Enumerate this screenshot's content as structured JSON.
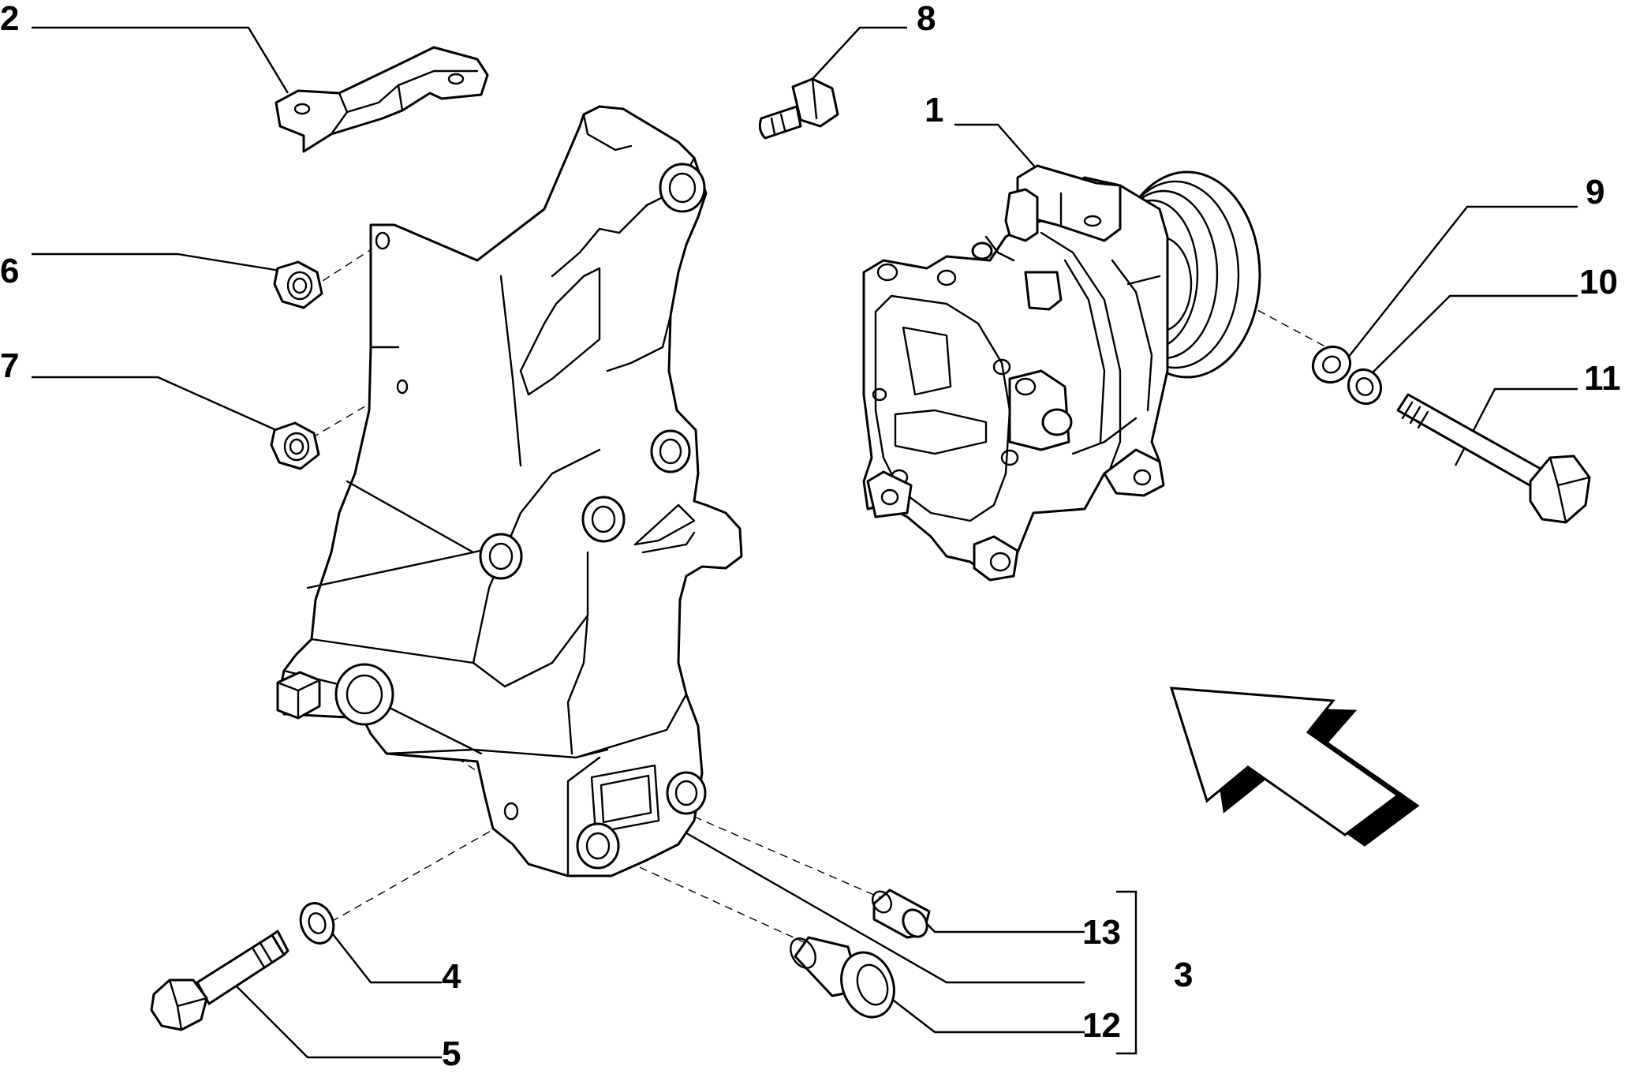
{
  "callouts": {
    "c1": "1",
    "c2": "2",
    "c3": "3",
    "c4": "4",
    "c5": "5",
    "c6": "6",
    "c7": "7",
    "c8": "8",
    "c9": "9",
    "c10": "10",
    "c11": "11",
    "c12": "12",
    "c13": "13"
  },
  "colors": {
    "line": "#000000",
    "background": "#ffffff"
  },
  "icons": {
    "direction": "direction-arrow-icon"
  }
}
